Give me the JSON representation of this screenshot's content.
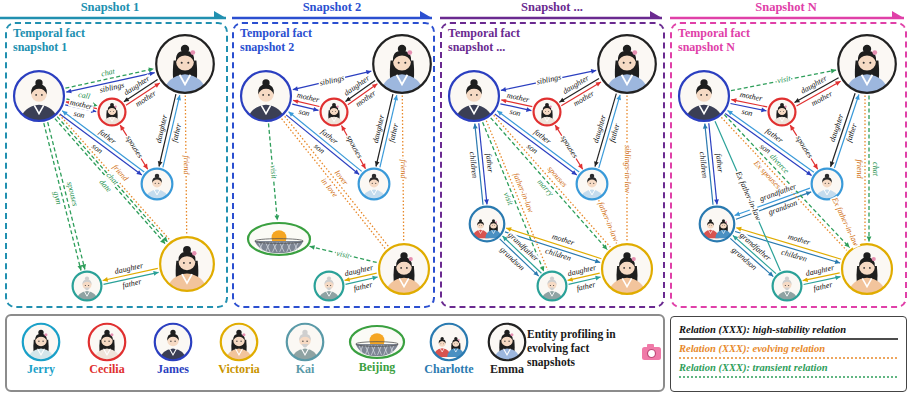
{
  "diagram": {
    "nodes": [
      {
        "text": [
          "Temporal fact snapshot 1"
        ]
      },
      {
        "text": [],
        "in": 0
      },
      {
        "text": [],
        "in": 0
      },
      {
        "text": [],
        "in": 0
      },
      {
        "text": [],
        "in": 0
      },
      {
        "text": [],
        "in": 0
      },
      {
        "text": [],
        "in": 0
      },
      {
        "text": [
          "Temporal fact snapshot 2"
        ]
      },
      {
        "text": [],
        "in": 7
      },
      {
        "text": [],
        "in": 7
      },
      {
        "text": [],
        "in": 7
      },
      {
        "text": [],
        "in": 7
      },
      {
        "text": [],
        "in": 7
      },
      {
        "text": [],
        "in": 7
      },
      {
        "text": [],
        "in": 7
      },
      {
        "text": [
          "Temporal fact snapshot ..."
        ]
      },
      {
        "text": [],
        "in": 15
      },
      {
        "text": [],
        "in": 15
      },
      {
        "text": [],
        "in": 15
      },
      {
        "text": [],
        "in": 15
      },
      {
        "text": [],
        "in": 15
      },
      {
        "text": [],
        "in": 15
      },
      {
        "text": [],
        "in": 15
      },
      {
        "text": [
          "Temporal fact snapshot N"
        ]
      },
      {
        "text": [],
        "in": 23
      },
      {
        "text": [],
        "in": 23
      },
      {
        "text": [],
        "in": 23
      },
      {
        "text": [],
        "in": 23
      },
      {
        "text": [],
        "in": 23
      },
      {
        "text": [],
        "in": 23
      },
      {
        "text": [],
        "in": 23
      },
      {
        "text": [
          "Entity profiling in evolving fact snapshots"
        ]
      },
      {
        "text": [
          "Jerry"
        ],
        "in": 31
      },
      {
        "text": [
          "Cecilia"
        ],
        "in": 31
      },
      {
        "text": [
          "James"
        ],
        "in": 31
      },
      {
        "text": [
          "Victoria"
        ],
        "in": 31
      },
      {
        "text": [
          "Kai"
        ],
        "in": 31
      },
      {
        "text": [
          "Beijing"
        ],
        "in": 31
      },
      {
        "text": [
          "Charlotte"
        ],
        "in": 31
      },
      {
        "text": [
          "Emma"
        ],
        "in": 31
      }
    ],
    "edges": [
      {
        "from": 1,
        "to": 2,
        "label": "chat",
        "arrow": "to"
      },
      {
        "from": 1,
        "to": 2,
        "label": "siblings",
        "arrow": "both"
      },
      {
        "from": 1,
        "to": 3,
        "label": "call",
        "arrow": "to"
      },
      {
        "from": 3,
        "to": 1,
        "label": "mother",
        "arrow": "to"
      },
      {
        "from": 1,
        "to": 3,
        "label": "son",
        "arrow": "to"
      },
      {
        "from": 4,
        "to": 1,
        "label": "father",
        "arrow": "to"
      },
      {
        "from": 1,
        "to": 4,
        "label": "son",
        "arrow": "to"
      },
      {
        "from": 3,
        "to": 2,
        "label": "mother",
        "arrow": "to"
      },
      {
        "from": 2,
        "to": 3,
        "label": "daughter",
        "arrow": "to"
      },
      {
        "from": 4,
        "to": 2,
        "label": "father",
        "arrow": "to"
      },
      {
        "from": 2,
        "to": 4,
        "label": "daughter",
        "arrow": "to"
      },
      {
        "from": 3,
        "to": 4,
        "label": "spouses",
        "arrow": "both"
      },
      {
        "from": 1,
        "to": 6,
        "label": "spouses",
        "arrow": "to"
      },
      {
        "from": 1,
        "to": 6,
        "label": "gym",
        "arrow": "to"
      },
      {
        "from": 1,
        "to": 5,
        "label": "friend",
        "arrow": "none"
      },
      {
        "from": 1,
        "to": 5,
        "label": "chat",
        "arrow": "to"
      },
      {
        "from": 1,
        "to": 5,
        "label": "date",
        "arrow": "to"
      },
      {
        "from": 2,
        "to": 5,
        "label": "friend",
        "arrow": "none"
      },
      {
        "from": 6,
        "to": 5,
        "label": "father",
        "arrow": "to"
      },
      {
        "from": 5,
        "to": 6,
        "label": "daughter",
        "arrow": "to"
      },
      {
        "from": 8,
        "to": 9,
        "label": "siblings",
        "arrow": "both"
      },
      {
        "from": 10,
        "to": 8,
        "label": "mother",
        "arrow": "to"
      },
      {
        "from": 8,
        "to": 10,
        "label": "son",
        "arrow": "to"
      },
      {
        "from": 11,
        "to": 8,
        "label": "father",
        "arrow": "to"
      },
      {
        "from": 8,
        "to": 11,
        "label": "son",
        "arrow": "to"
      },
      {
        "from": 10,
        "to": 9,
        "label": "mother",
        "arrow": "to"
      },
      {
        "from": 9,
        "to": 10,
        "label": "daughter",
        "arrow": "to"
      },
      {
        "from": 11,
        "to": 9,
        "label": "father",
        "arrow": "to"
      },
      {
        "from": 9,
        "to": 11,
        "label": "daughter",
        "arrow": "to"
      },
      {
        "from": 10,
        "to": 11,
        "label": "spouses",
        "arrow": "both"
      },
      {
        "from": 8,
        "to": 12,
        "label": "visit",
        "arrow": "to"
      },
      {
        "from": 8,
        "to": 13,
        "label": "lover",
        "arrow": "none"
      },
      {
        "from": 8,
        "to": 13,
        "label": "in love",
        "arrow": "none"
      },
      {
        "from": 9,
        "to": 13,
        "label": "friend",
        "arrow": "none"
      },
      {
        "from": 13,
        "to": 12,
        "label": "visit",
        "arrow": "to"
      },
      {
        "from": 14,
        "to": 13,
        "label": "father",
        "arrow": "to"
      },
      {
        "from": 13,
        "to": 14,
        "label": "daughter",
        "arrow": "to"
      },
      {
        "from": 16,
        "to": 17,
        "label": "siblings",
        "arrow": "both"
      },
      {
        "from": 18,
        "to": 16,
        "label": "mother",
        "arrow": "to"
      },
      {
        "from": 16,
        "to": 18,
        "label": "son",
        "arrow": "to"
      },
      {
        "from": 19,
        "to": 16,
        "label": "father",
        "arrow": "to"
      },
      {
        "from": 16,
        "to": 19,
        "label": "son",
        "arrow": "to"
      },
      {
        "from": 18,
        "to": 17,
        "label": "mother",
        "arrow": "to"
      },
      {
        "from": 17,
        "to": 18,
        "label": "daughter",
        "arrow": "to"
      },
      {
        "from": 19,
        "to": 17,
        "label": "father",
        "arrow": "to"
      },
      {
        "from": 17,
        "to": 19,
        "label": "daughter",
        "arrow": "to"
      },
      {
        "from": 18,
        "to": 19,
        "label": "spouses",
        "arrow": "both"
      },
      {
        "from": 17,
        "to": 21,
        "label": "siblings-in-law",
        "arrow": "none"
      },
      {
        "from": 19,
        "to": 21,
        "label": "father-in-law",
        "arrow": "none"
      },
      {
        "from": 16,
        "to": 21,
        "label": "spouses",
        "arrow": "none"
      },
      {
        "from": 16,
        "to": 21,
        "label": "marry",
        "arrow": "to"
      },
      {
        "from": 16,
        "to": 20,
        "label": "father",
        "arrow": "to"
      },
      {
        "from": 20,
        "to": 16,
        "label": "children",
        "arrow": "to"
      },
      {
        "from": 21,
        "to": 20,
        "label": "mother",
        "arrow": "to"
      },
      {
        "from": 20,
        "to": 21,
        "label": "children",
        "arrow": "to"
      },
      {
        "from": 22,
        "to": 20,
        "label": "grandfather",
        "arrow": "to"
      },
      {
        "from": 20,
        "to": 22,
        "label": "grandson",
        "arrow": "to"
      },
      {
        "from": 22,
        "to": 16,
        "label": "father-in-law",
        "arrow": "none"
      },
      {
        "from": 16,
        "to": 22,
        "label": "visit",
        "arrow": "to"
      },
      {
        "from": 22,
        "to": 21,
        "label": "father",
        "arrow": "to"
      },
      {
        "from": 21,
        "to": 22,
        "label": "daughter",
        "arrow": "to"
      },
      {
        "from": 24,
        "to": 25,
        "label": "visit",
        "arrow": "to"
      },
      {
        "from": 26,
        "to": 24,
        "label": "mother",
        "arrow": "to"
      },
      {
        "from": 24,
        "to": 26,
        "label": "son",
        "arrow": "to"
      },
      {
        "from": 27,
        "to": 24,
        "label": "father",
        "arrow": "to"
      },
      {
        "from": 24,
        "to": 27,
        "label": "son",
        "arrow": "to"
      },
      {
        "from": 26,
        "to": 25,
        "label": "mother",
        "arrow": "to"
      },
      {
        "from": 25,
        "to": 26,
        "label": "daughter",
        "arrow": "to"
      },
      {
        "from": 27,
        "to": 25,
        "label": "father",
        "arrow": "to"
      },
      {
        "from": 25,
        "to": 27,
        "label": "daughter",
        "arrow": "to"
      },
      {
        "from": 26,
        "to": 27,
        "label": "spouses",
        "arrow": "both"
      },
      {
        "from": 25,
        "to": 29,
        "label": "chat",
        "arrow": "to"
      },
      {
        "from": 25,
        "to": 29,
        "label": "friend",
        "arrow": "none"
      },
      {
        "from": 28,
        "to": 27,
        "label": "grandson",
        "arrow": "to"
      },
      {
        "from": 27,
        "to": 28,
        "label": "grandfather",
        "arrow": "to"
      },
      {
        "from": 27,
        "to": 29,
        "label": "Ex father-in-law",
        "arrow": "none"
      },
      {
        "from": 24,
        "to": 29,
        "label": "divorce",
        "arrow": "to"
      },
      {
        "from": 24,
        "to": 29,
        "label": "Ex spouses",
        "arrow": "none"
      },
      {
        "from": 24,
        "to": 28,
        "label": "father",
        "arrow": "to"
      },
      {
        "from": 28,
        "to": 24,
        "label": "children",
        "arrow": "to"
      },
      {
        "from": 29,
        "to": 28,
        "label": "mother",
        "arrow": "to"
      },
      {
        "from": 28,
        "to": 29,
        "label": "children",
        "arrow": "to"
      },
      {
        "from": 30,
        "to": 28,
        "label": "grandfather",
        "arrow": "to"
      },
      {
        "from": 28,
        "to": 30,
        "label": "grandson",
        "arrow": "to"
      },
      {
        "from": 30,
        "to": 24,
        "label": "Ex father-in-law",
        "arrow": "none"
      },
      {
        "from": 30,
        "to": 29,
        "label": "father",
        "arrow": "to"
      },
      {
        "from": 29,
        "to": 30,
        "label": "daughter",
        "arrow": "to"
      }
    ],
    "labels": [
      "Snapshot 1",
      "Snapshot 2",
      "Snapshot ...",
      "Snapshot N"
    ],
    "legend": [
      {
        "text": "Relation (XXX): high-stability relation"
      },
      {
        "text": "Relation (XXX): evolving relation"
      },
      {
        "text": "Relation (XXX): transient relation"
      }
    ]
  }
}
